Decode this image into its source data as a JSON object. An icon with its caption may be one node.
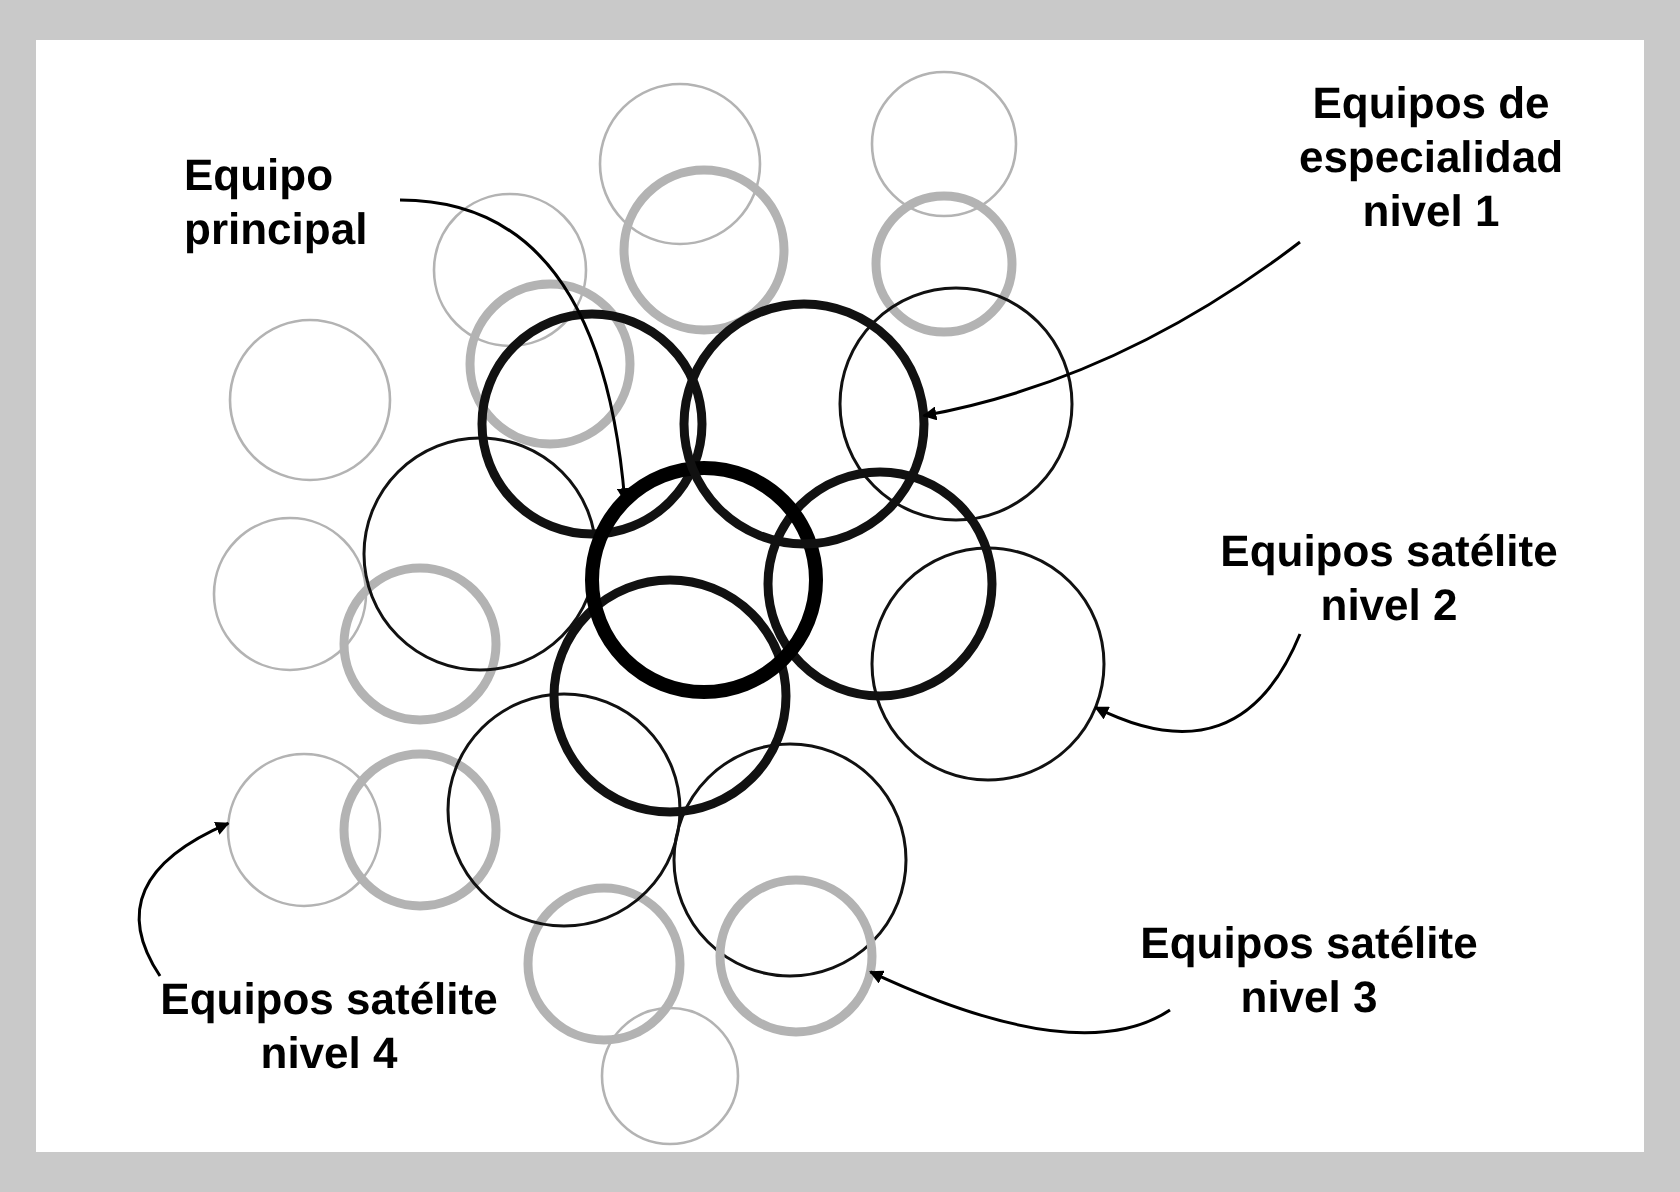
{
  "diagram": {
    "nodes": [
      {
        "text": [
          "Equipo principal"
        ]
      },
      {
        "text": [],
        "shape": "circle"
      },
      {
        "text": [
          "Equipos de especialidad nivel 1"
        ]
      },
      {
        "text": [],
        "shape": "circle"
      },
      {
        "text": [
          "Equipos satélite nivel 2"
        ]
      },
      {
        "text": [],
        "shape": "circle"
      },
      {
        "text": [],
        "shape": "circle"
      },
      {
        "text": [
          "Equipos satélite nivel 3"
        ]
      },
      {
        "text": [],
        "shape": "circle"
      },
      {
        "text": [
          "Equipos satélite nivel 4"
        ]
      }
    ],
    "edges": [
      {
        "from": 0,
        "to": 1,
        "arrow": "to"
      },
      {
        "from": 2,
        "to": 3,
        "arrow": "to"
      },
      {
        "from": 4,
        "to": 5,
        "arrow": "to"
      },
      {
        "from": 7,
        "to": 8,
        "arrow": "to"
      },
      {
        "from": 9,
        "to": 6,
        "arrow": "to"
      }
    ]
  }
}
